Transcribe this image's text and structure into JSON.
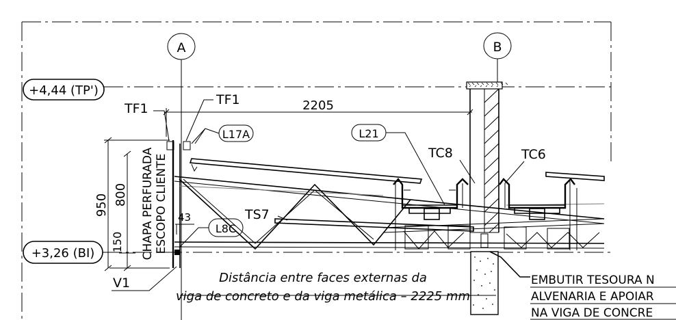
{
  "grid_axes": {
    "a": "A",
    "b": "B"
  },
  "levels": {
    "top": "+4,44 (TP')",
    "bottom": "+3,26 (BI)"
  },
  "marks": {
    "tf1_left": "TF1",
    "tf1_right": "TF1",
    "l17a": "L17A",
    "l21": "L21",
    "tc8": "TC8",
    "tc6": "TC6",
    "ts7": "TS7",
    "l8c": "L8C",
    "v1": "V1"
  },
  "dimensions": {
    "span": "2205",
    "d950": "950",
    "d800": "800",
    "d150": "150",
    "d43": "43"
  },
  "vertical_note": {
    "line1": "CHAPA PERFURADA",
    "line2": "ESCOPO CLIENTE"
  },
  "note_distance": {
    "line1": "Distância entre faces externas da",
    "line2": "viga de concreto e da viga metálica – 2225 mm"
  },
  "note_embed": {
    "line1": "EMBUTIR TESOURA N",
    "line2": "ALVENARIA E APOIAR",
    "line3": "NA VIGA DE CONCRE"
  }
}
